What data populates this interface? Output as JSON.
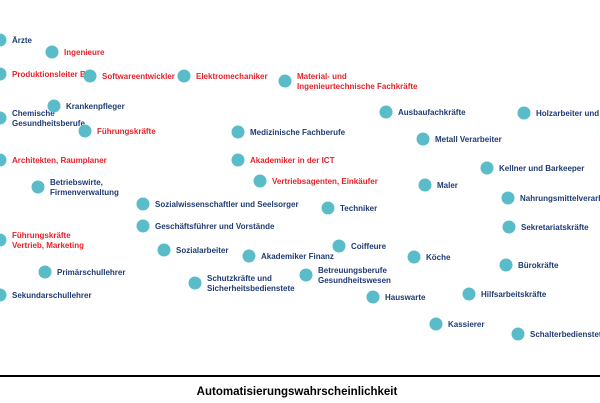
{
  "chart_data": {
    "type": "scatter",
    "xlabel": "Automatisierungswahrscheinlichkeit",
    "marker_color": "#5bbcc9",
    "colors": {
      "red": "#e8212a",
      "blue": "#1f3b73"
    },
    "points": [
      {
        "label": "Ärzte",
        "color": "blue",
        "lines": [
          "Ärzte"
        ],
        "ix": 0,
        "iy": 40
      },
      {
        "label": "Ingenieure",
        "color": "red",
        "lines": [
          "Ingenieure"
        ],
        "ix": 52,
        "iy": 52
      },
      {
        "label": "Produktionsleiter Bau",
        "color": "red",
        "lines": [
          "Produktionsleiter Bau"
        ],
        "ix": 0,
        "iy": 74
      },
      {
        "label": "Softwareentwickler",
        "color": "red",
        "lines": [
          "Softwareentwickler"
        ],
        "ix": 90,
        "iy": 76
      },
      {
        "label": "Elektromechaniker",
        "color": "red",
        "lines": [
          "Elektromechaniker"
        ],
        "ix": 184,
        "iy": 76
      },
      {
        "label": "Material- und Ingenieurtechnische Fachkräfte",
        "color": "red",
        "lines": [
          "Material- und",
          "Ingenieurtechnische Fachkräfte"
        ],
        "ix": 285,
        "iy": 81
      },
      {
        "label": "Chemische Gesundheitsberufe",
        "color": "blue",
        "lines": [
          "Chemische",
          "Gesundheitsberufe"
        ],
        "ix": 0,
        "iy": 118
      },
      {
        "label": "Krankenpfleger",
        "color": "blue",
        "lines": [
          "Krankenpfleger"
        ],
        "ix": 54,
        "iy": 106
      },
      {
        "label": "Ausbaufachkräfte",
        "color": "blue",
        "lines": [
          "Ausbaufachkräfte"
        ],
        "ix": 386,
        "iy": 112
      },
      {
        "label": "Holzarbeiter und Möbelbauer",
        "color": "blue",
        "lines": [
          "Holzarbeiter und Möbelbauer"
        ],
        "ix": 524,
        "iy": 113
      },
      {
        "label": "Führungskräfte",
        "color": "red",
        "lines": [
          "Führungskräfte"
        ],
        "ix": 85,
        "iy": 131
      },
      {
        "label": "Medizinische Fachberufe",
        "color": "blue",
        "lines": [
          "Medizinische Fachberufe"
        ],
        "ix": 238,
        "iy": 132
      },
      {
        "label": "Metall Verarbeiter",
        "color": "blue",
        "lines": [
          "Metall Verarbeiter"
        ],
        "ix": 423,
        "iy": 139
      },
      {
        "label": "Architekten, Raumplaner",
        "color": "red",
        "lines": [
          "Architekten, Raumplaner"
        ],
        "ix": 0,
        "iy": 160
      },
      {
        "label": "Akademiker in der ICT",
        "color": "red",
        "lines": [
          "Akademiker in der ICT"
        ],
        "ix": 238,
        "iy": 160
      },
      {
        "label": "Kellner und Barkeeper",
        "color": "blue",
        "lines": [
          "Kellner und Barkeeper"
        ],
        "ix": 487,
        "iy": 168
      },
      {
        "label": "Vertriebsagenten, Einkäufer",
        "color": "red",
        "lines": [
          "Vertriebsagenten, Einkäufer"
        ],
        "ix": 260,
        "iy": 181
      },
      {
        "label": "Betriebswirte, Firmenverwaltung",
        "color": "blue",
        "lines": [
          "Betriebswirte,",
          "Firmenverwaltung"
        ],
        "ix": 38,
        "iy": 187
      },
      {
        "label": "Maler",
        "color": "blue",
        "lines": [
          "Maler"
        ],
        "ix": 425,
        "iy": 185
      },
      {
        "label": "Nahrungsmittelverarbeiter",
        "color": "blue",
        "lines": [
          "Nahrungsmittelverarbeiter"
        ],
        "ix": 508,
        "iy": 198
      },
      {
        "label": "Sozialwissenschaftler und Seelsorger",
        "color": "blue",
        "lines": [
          "Sozialwissenschaftler und Seelsorger"
        ],
        "ix": 143,
        "iy": 204
      },
      {
        "label": "Techniker",
        "color": "blue",
        "lines": [
          "Techniker"
        ],
        "ix": 328,
        "iy": 208
      },
      {
        "label": "Geschäftsführer und Vorstände",
        "color": "blue",
        "lines": [
          "Geschäftsführer und Vorstände"
        ],
        "ix": 143,
        "iy": 226
      },
      {
        "label": "Sekretariatskräfte",
        "color": "blue",
        "lines": [
          "Sekretariatskräfte"
        ],
        "ix": 509,
        "iy": 227
      },
      {
        "label": "Führungskräfte Vertrieb, Marketing",
        "color": "red",
        "lines": [
          "Führungskräfte",
          "Vertrieb, Marketing"
        ],
        "ix": 0,
        "iy": 240
      },
      {
        "label": "Coiffeure",
        "color": "blue",
        "lines": [
          "Coiffeure"
        ],
        "ix": 339,
        "iy": 246
      },
      {
        "label": "Sozialarbeiter",
        "color": "blue",
        "lines": [
          "Sozialarbeiter"
        ],
        "ix": 164,
        "iy": 250
      },
      {
        "label": "Akademiker Finanz",
        "color": "blue",
        "lines": [
          "Akademiker Finanz"
        ],
        "ix": 249,
        "iy": 256
      },
      {
        "label": "Köche",
        "color": "blue",
        "lines": [
          "Köche"
        ],
        "ix": 414,
        "iy": 257
      },
      {
        "label": "Primärschullehrer",
        "color": "blue",
        "lines": [
          "Primärschullehrer"
        ],
        "ix": 45,
        "iy": 272
      },
      {
        "label": "Bürokräfte",
        "color": "blue",
        "lines": [
          "Bürokräfte"
        ],
        "ix": 506,
        "iy": 265
      },
      {
        "label": "Betreuungsberufe Gesundheitswesen",
        "color": "blue",
        "lines": [
          "Betreuungsberufe",
          "Gesundheitswesen"
        ],
        "ix": 306,
        "iy": 275
      },
      {
        "label": "Schutzkräfte und Sicherheitsbedienstete",
        "color": "blue",
        "lines": [
          "Schutzkräfte und",
          "Sicherheitsbedienstete"
        ],
        "ix": 195,
        "iy": 283
      },
      {
        "label": "Sekundarschullehrer",
        "color": "blue",
        "lines": [
          "Sekundarschullehrer"
        ],
        "ix": 0,
        "iy": 295
      },
      {
        "label": "Hilfsarbeitskräfte",
        "color": "blue",
        "lines": [
          "Hilfsarbeitskräfte"
        ],
        "ix": 469,
        "iy": 294
      },
      {
        "label": "Hauswarte",
        "color": "blue",
        "lines": [
          "Hauswarte"
        ],
        "ix": 373,
        "iy": 297
      },
      {
        "label": "Kassierer",
        "color": "blue",
        "lines": [
          "Kassierer"
        ],
        "ix": 436,
        "iy": 324
      },
      {
        "label": "Schalterbedienstete",
        "color": "blue",
        "lines": [
          "Schalterbedienstete"
        ],
        "ix": 518,
        "iy": 334
      }
    ]
  }
}
